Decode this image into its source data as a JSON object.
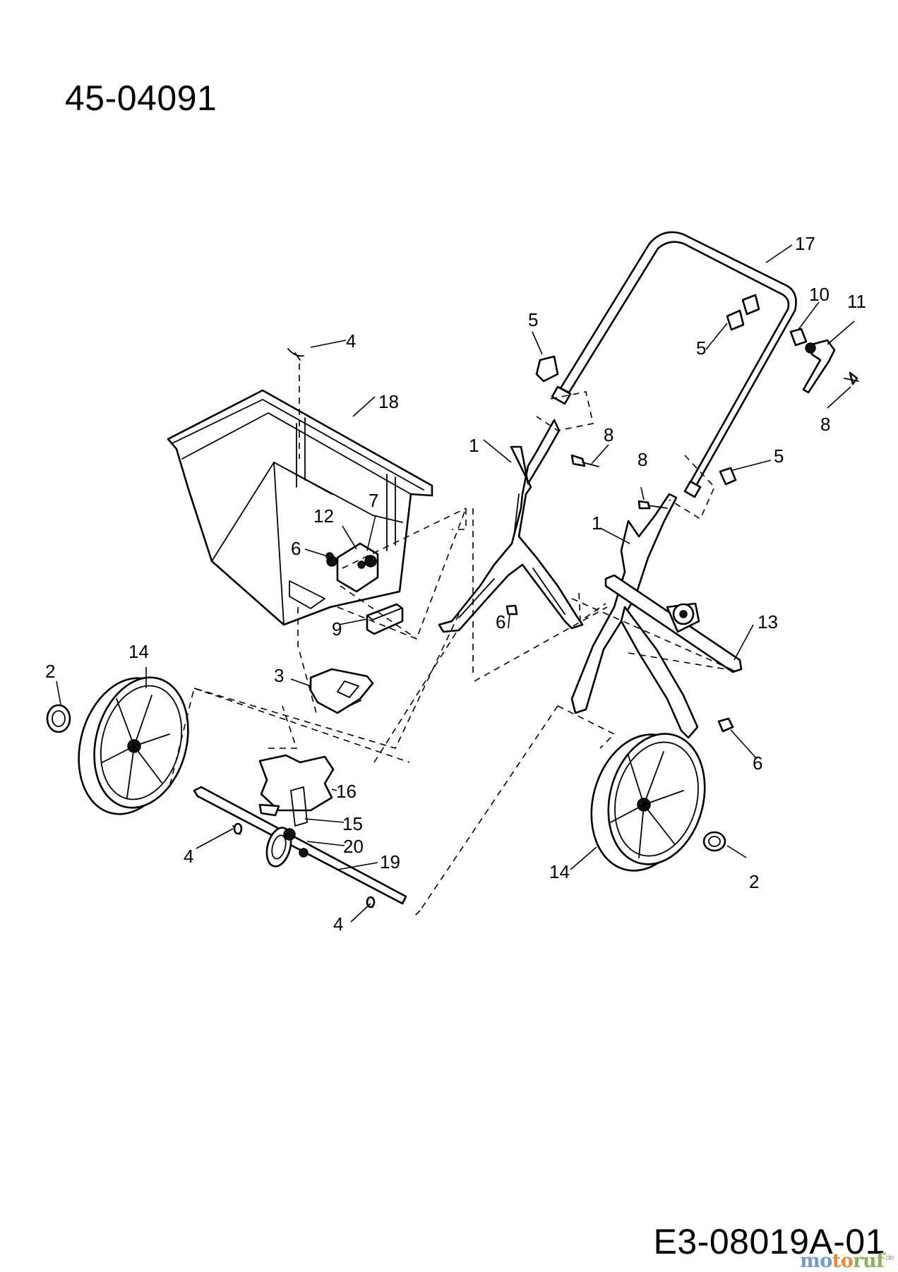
{
  "diagram": {
    "title": "45-04091",
    "code": "E3-08019A-01"
  },
  "watermark": {
    "part1": "mo",
    "part2": "to",
    "part3": "ruf",
    "suffix": ".de"
  },
  "callouts": [
    {
      "id": "c1a",
      "label": "1"
    },
    {
      "id": "c1b",
      "label": "1"
    },
    {
      "id": "c2a",
      "label": "2"
    },
    {
      "id": "c2b",
      "label": "2"
    },
    {
      "id": "c3",
      "label": "3"
    },
    {
      "id": "c4a",
      "label": "4"
    },
    {
      "id": "c4b",
      "label": "4"
    },
    {
      "id": "c4c",
      "label": "4"
    },
    {
      "id": "c5a",
      "label": "5"
    },
    {
      "id": "c5b",
      "label": "5"
    },
    {
      "id": "c5c",
      "label": "5"
    },
    {
      "id": "c6a",
      "label": "6"
    },
    {
      "id": "c6b",
      "label": "6"
    },
    {
      "id": "c6c",
      "label": "6"
    },
    {
      "id": "c7",
      "label": "7"
    },
    {
      "id": "c8a",
      "label": "8"
    },
    {
      "id": "c8b",
      "label": "8"
    },
    {
      "id": "c8c",
      "label": "8"
    },
    {
      "id": "c9",
      "label": "9"
    },
    {
      "id": "c10",
      "label": "10"
    },
    {
      "id": "c11",
      "label": "11"
    },
    {
      "id": "c12",
      "label": "12"
    },
    {
      "id": "c13",
      "label": "13"
    },
    {
      "id": "c14a",
      "label": "14"
    },
    {
      "id": "c14b",
      "label": "14"
    },
    {
      "id": "c15",
      "label": "15"
    },
    {
      "id": "c16",
      "label": "16"
    },
    {
      "id": "c17",
      "label": "17"
    },
    {
      "id": "c18",
      "label": "18"
    },
    {
      "id": "c19",
      "label": "19"
    },
    {
      "id": "c20",
      "label": "20"
    }
  ]
}
